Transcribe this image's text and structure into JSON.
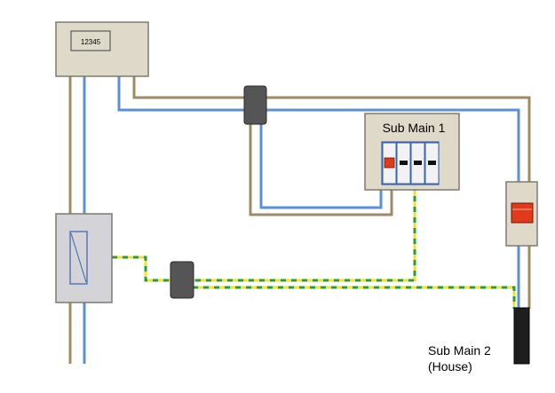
{
  "meter": {
    "reading": "12345"
  },
  "sub_main_1": {
    "label": "Sub Main 1"
  },
  "sub_main_2": {
    "label_line1": "Sub Main 2",
    "label_line2": "(House)"
  },
  "colors": {
    "live_brown": "#9c8c66",
    "neutral_blue": "#5b8fd6",
    "earth_green": "#2e9a3a",
    "earth_yellow": "#e8e23a",
    "box_fill": "#ded9c9",
    "box_stroke": "#7f7a6e",
    "isolator_fill": "#d3d3d8",
    "junction_fill": "#555555",
    "breaker_red": "#e03a1a",
    "cable_black": "#1e1e1e"
  }
}
